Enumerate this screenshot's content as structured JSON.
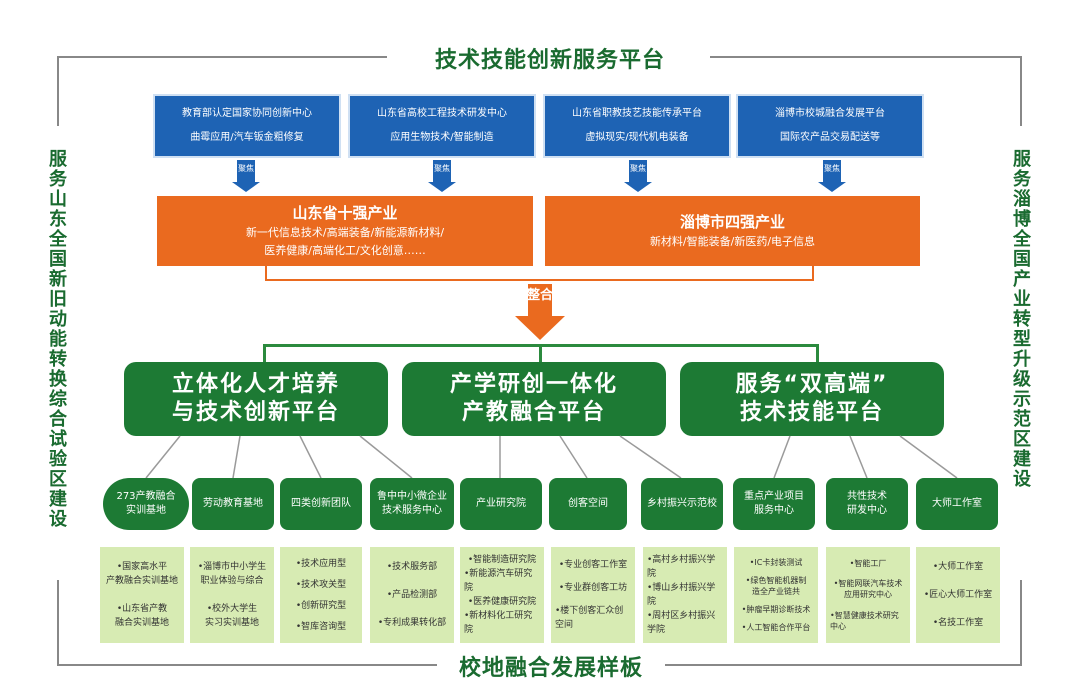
{
  "top_title": "技术技能创新服务平台",
  "bottom_title": "校地融合发展样板",
  "left_side": "服务山东全国新旧动能转换综合试验区建设",
  "right_side": "服务淄博全国产业转型升级示范区建设",
  "blue_boxes": [
    {
      "line1": "教育部认定国家协同创新中心",
      "line2": "曲霉应用/汽车钣金粗修复"
    },
    {
      "line1": "山东省高校工程技术研发中心",
      "line2": "应用生物技术/智能制造"
    },
    {
      "line1": "山东省职教技艺技能传承平台",
      "line2": "虚拟现实/现代机电装备"
    },
    {
      "line1": "淄博市校城融合发展平台",
      "line2": "国际农产品交易配送等"
    }
  ],
  "arrow_label": "聚焦",
  "orange_boxes": [
    {
      "title": "山东省十强产业",
      "sub1": "新一代信息技术/高端装备/新能源新材料/",
      "sub2": "医养健康/高端化工/文化创意……"
    },
    {
      "title": "淄博市四强产业",
      "sub1": "新材料/智能装备/新医药/电子信息",
      "sub2": ""
    }
  ],
  "merge_label": "整合",
  "green_big": [
    {
      "line1": "立体化人才培养",
      "line2": "与技术创新平台"
    },
    {
      "line1": "产学研创一体化",
      "line2": "产教融合平台"
    },
    {
      "line1": "服务“双高端”",
      "line2": "技术技能平台"
    }
  ],
  "green_small": [
    {
      "line1": "273产教融合",
      "line2": "实训基地"
    },
    {
      "line1": "劳动教育基地",
      "line2": ""
    },
    {
      "line1": "四类创新团队",
      "line2": ""
    },
    {
      "line1": "鲁中中小微企业",
      "line2": "技术服务中心"
    },
    {
      "line1": "产业研究院",
      "line2": ""
    },
    {
      "line1": "创客空间",
      "line2": ""
    },
    {
      "line1": "乡村振兴示范校",
      "line2": ""
    },
    {
      "line1": "重点产业项目",
      "line2": "服务中心"
    },
    {
      "line1": "共性技术",
      "line2": "研发中心"
    },
    {
      "line1": "大师工作室",
      "line2": ""
    }
  ],
  "light_boxes": [
    [
      [
        "•国家高水平",
        "产教融合实训基地"
      ],
      [
        "•山东省产教",
        "融合实训基地"
      ]
    ],
    [
      [
        "•淄博市中小学生",
        "职业体验与综合"
      ],
      [
        "•校外大学生",
        "实习实训基地"
      ]
    ],
    [
      [
        "•技术应用型"
      ],
      [
        "•技术攻关型"
      ],
      [
        "•创新研究型"
      ],
      [
        "•智库咨询型"
      ]
    ],
    [
      [
        "•技术服务部"
      ],
      [
        "•产品检测部"
      ],
      [
        "•专利成果转化部"
      ]
    ],
    [
      [
        "•智能制造研究院"
      ],
      [
        "•新能源汽车研究院"
      ],
      [
        "•医养健康研究院"
      ],
      [
        "•新材料化工研究院"
      ]
    ],
    [
      [
        "•专业创客工作室"
      ],
      [
        "•专业群创客工坊"
      ],
      [
        "•楼下创客汇众创空间"
      ]
    ],
    [
      [
        "•高村乡村振兴学院"
      ],
      [
        "•博山乡村振兴学院"
      ],
      [
        "•周村区乡村振兴学院"
      ]
    ],
    [
      [
        "•IC卡封装测试"
      ],
      [
        "•绿色智能机器制",
        "造全产业链共"
      ],
      [
        "•肿瘤早期诊断技术"
      ],
      [
        "•人工智能合作平台"
      ]
    ],
    [
      [
        "•智能工厂"
      ],
      [
        "•智能网联汽车技术",
        "应用研究中心"
      ],
      [
        "•智慧健康技术研究中心"
      ]
    ],
    [
      [
        "•大师工作室"
      ],
      [
        "•匠心大师工作室"
      ],
      [
        "•名技工作室"
      ]
    ]
  ]
}
